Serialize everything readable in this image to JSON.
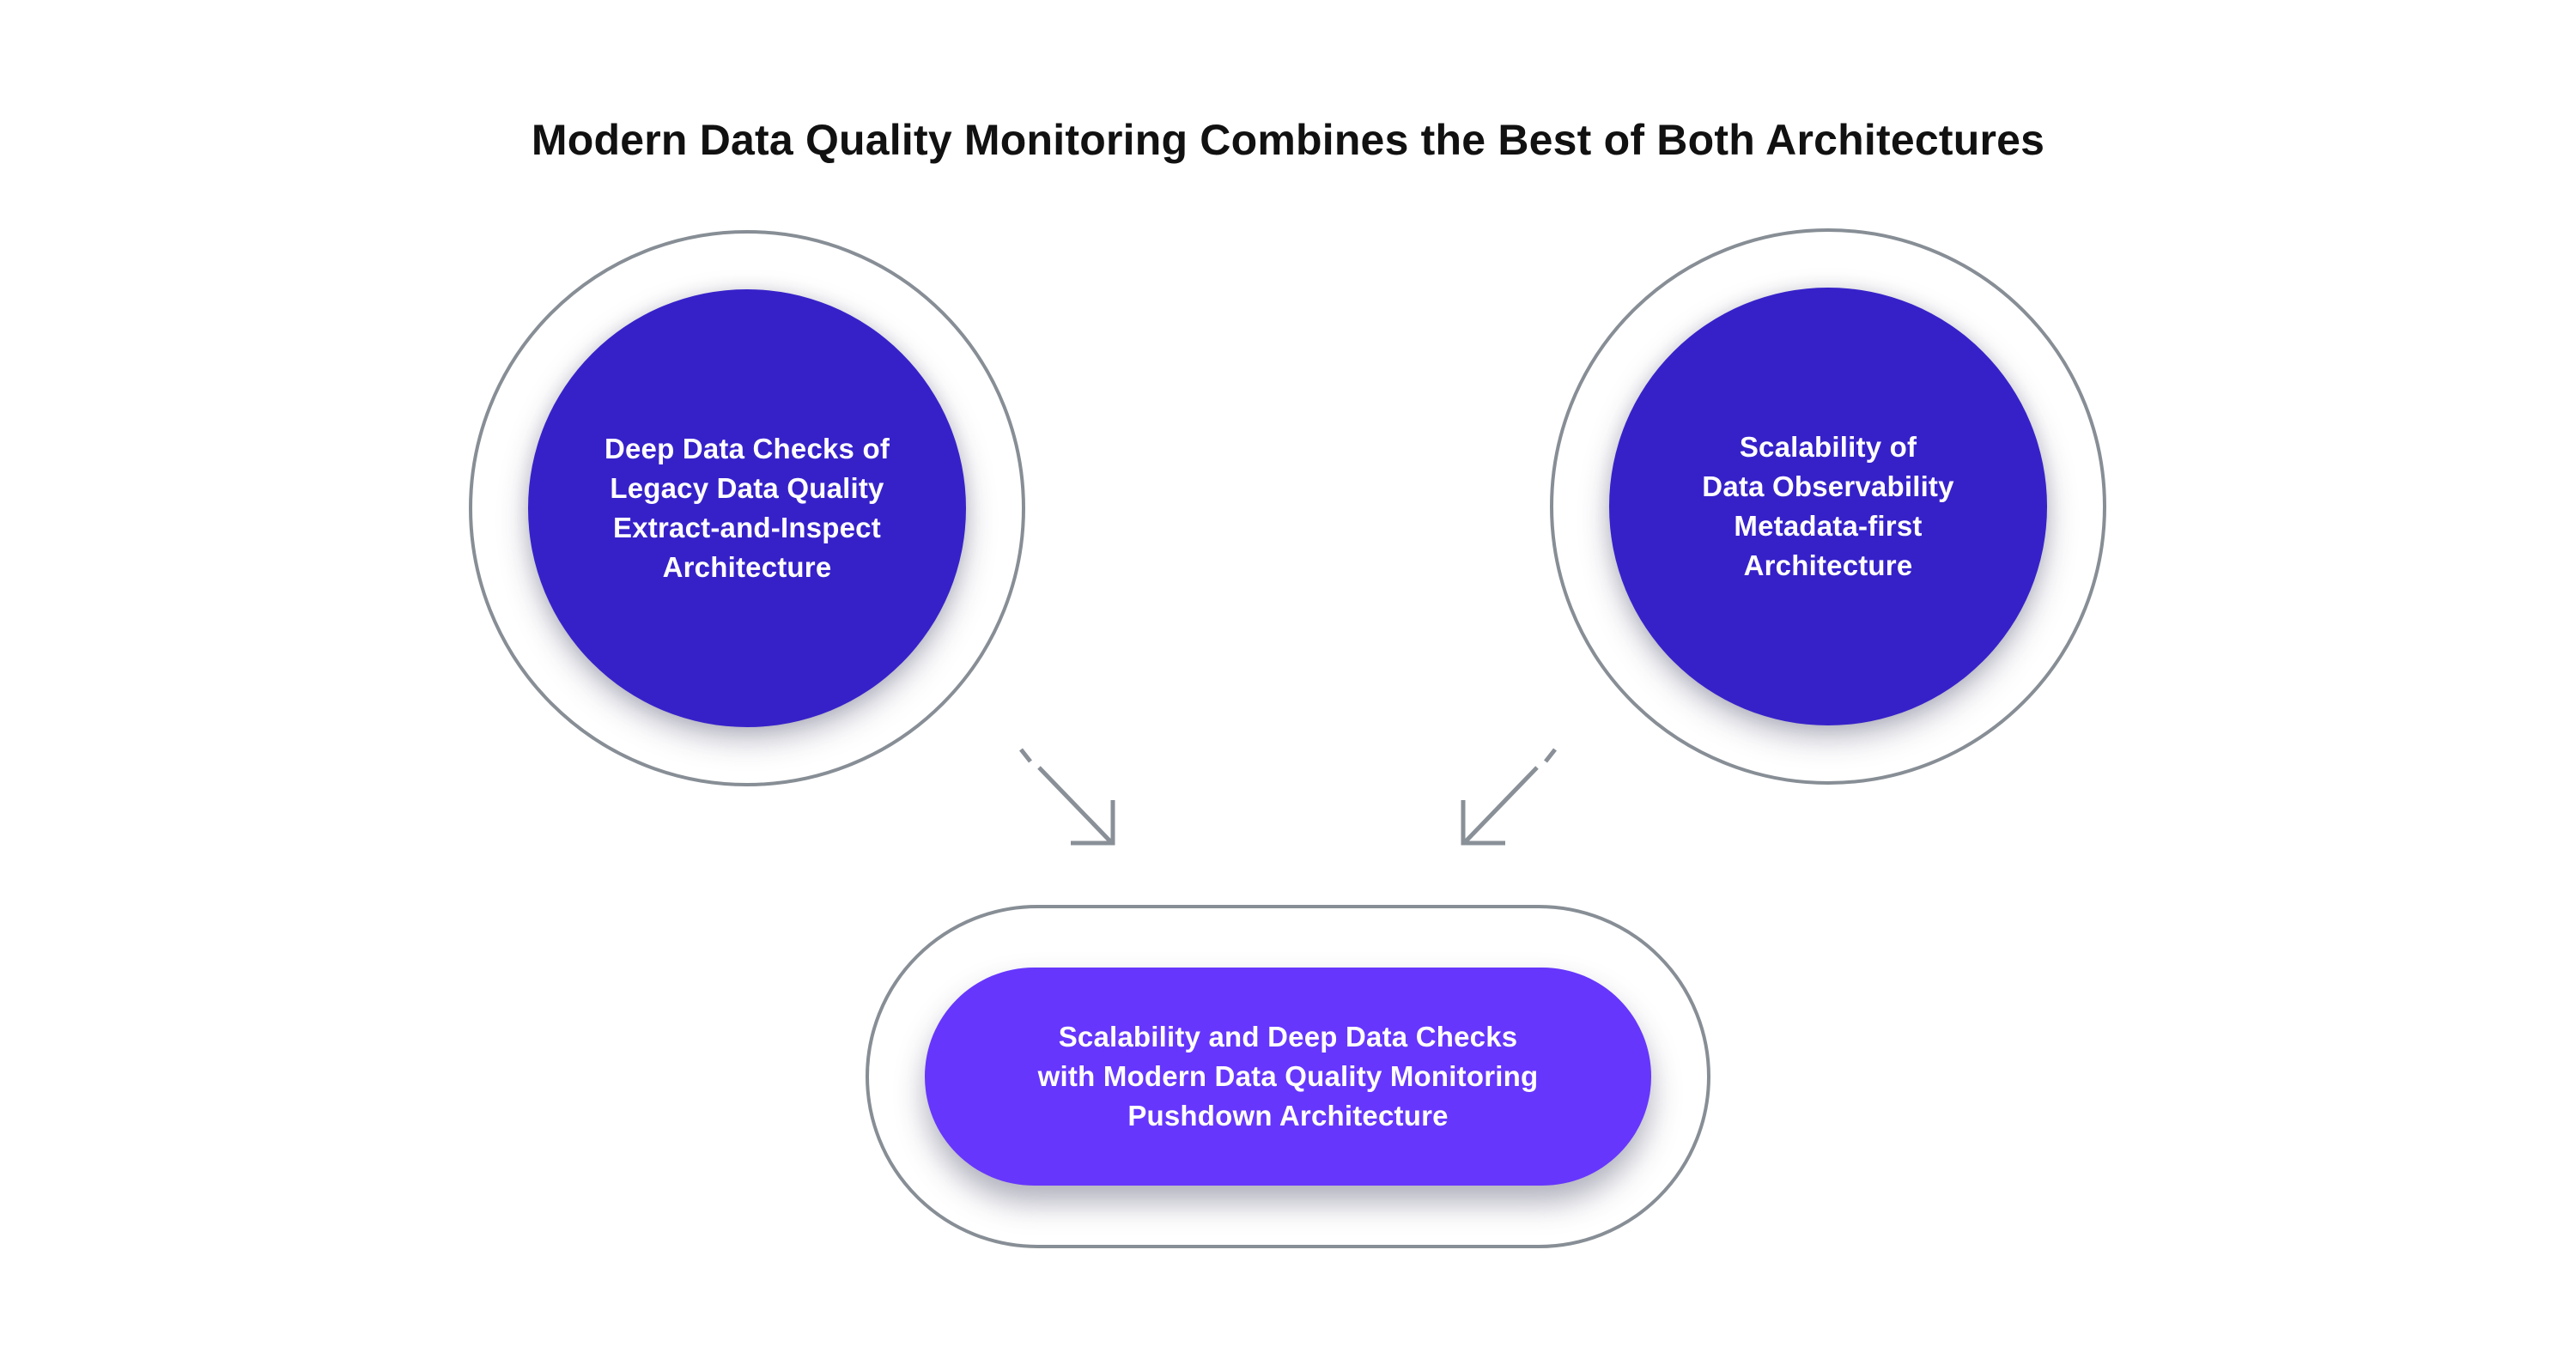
{
  "title": "Modern Data Quality Monitoring Combines the Best of Both Architectures",
  "left_circle": {
    "lines": [
      "Deep Data Checks of",
      "Legacy Data Quality",
      "Extract-and-Inspect",
      "Architecture"
    ]
  },
  "right_circle": {
    "lines": [
      "Scalability of",
      "Data Observability",
      "Metadata-first",
      "Architecture"
    ]
  },
  "result_pill": {
    "lines": [
      "Scalability and Deep Data Checks",
      "with Modern Data Quality Monitoring",
      "Pushdown Architecture"
    ]
  },
  "icons": {
    "left_arrow": "dashed-arrow-down-right",
    "right_arrow": "dashed-arrow-down-left"
  },
  "colors": {
    "title_ink": "#111111",
    "node_fill": "#3621C9",
    "result_fill": "#6636FC",
    "outline_gray": "#878E95",
    "arrow_gray": "#8A9097",
    "text_on_fill": "#FFFFFF",
    "background": "#FFFFFF"
  }
}
